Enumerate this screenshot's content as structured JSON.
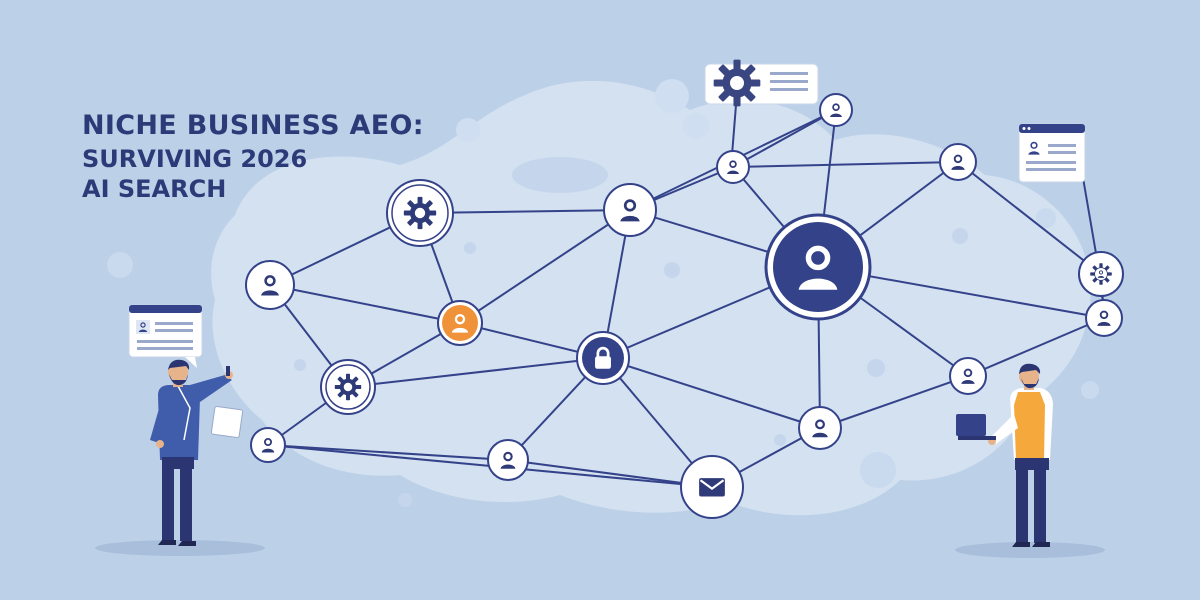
{
  "title": {
    "line1": "NICHE BUSINESS AEO:",
    "line2": "SURVIVING 2026",
    "line3": "AI SEARCH"
  },
  "colors": {
    "background": "#bcd0e8",
    "blob": "#d6e4f3",
    "network_line": "#34428a",
    "node_fill": "#ffffff",
    "icon_navy": "#2f3b78",
    "accent_orange": "#f0923a",
    "figure_shirt_blue": "#3f5dab",
    "figure_vest_orange": "#f5a83c",
    "figure_pants": "#2a3572"
  },
  "nodes": [
    {
      "id": "n1",
      "icon": "user-icon"
    },
    {
      "id": "n2",
      "icon": "gear-icon"
    },
    {
      "id": "n3",
      "icon": "user-icon"
    },
    {
      "id": "n4",
      "icon": "user-icon"
    },
    {
      "id": "n5",
      "icon": "user-icon"
    },
    {
      "id": "n6",
      "icon": "user-icon"
    },
    {
      "id": "n7",
      "icon": "user-icon",
      "highlight": "orange"
    },
    {
      "id": "n8",
      "icon": "user-icon",
      "size": "large"
    },
    {
      "id": "n9",
      "icon": "gear-icon"
    },
    {
      "id": "n10",
      "icon": "lock-icon"
    },
    {
      "id": "n11",
      "icon": "user-icon"
    },
    {
      "id": "n12",
      "icon": "user-icon"
    },
    {
      "id": "n13",
      "icon": "user-icon"
    },
    {
      "id": "n14",
      "icon": "user-icon"
    },
    {
      "id": "n15",
      "icon": "envelope-icon"
    },
    {
      "id": "n16",
      "icon": "gear-user-icon"
    },
    {
      "id": "n17",
      "icon": "user-icon"
    }
  ],
  "edges": [
    [
      "n1",
      "n2"
    ],
    [
      "n2",
      "n3"
    ],
    [
      "n3",
      "n4"
    ],
    [
      "n3",
      "n5"
    ],
    [
      "n4",
      "n5"
    ],
    [
      "n4",
      "n6"
    ],
    [
      "n4",
      "n8"
    ],
    [
      "n3",
      "n8"
    ],
    [
      "n5",
      "n8"
    ],
    [
      "n6",
      "n16"
    ],
    [
      "n8",
      "n17"
    ],
    [
      "n16",
      "n17"
    ],
    [
      "n6",
      "n8"
    ],
    [
      "n1",
      "n7"
    ],
    [
      "n2",
      "n7"
    ],
    [
      "n1",
      "n9"
    ],
    [
      "n7",
      "n3"
    ],
    [
      "n7",
      "n9"
    ],
    [
      "n7",
      "n10"
    ],
    [
      "n3",
      "n10"
    ],
    [
      "n9",
      "n10"
    ],
    [
      "n8",
      "n10"
    ],
    [
      "n8",
      "n12"
    ],
    [
      "n8",
      "n13"
    ],
    [
      "n9",
      "n11"
    ],
    [
      "n10",
      "n14"
    ],
    [
      "n10",
      "n13"
    ],
    [
      "n10",
      "n15"
    ],
    [
      "n11",
      "n14"
    ],
    [
      "n11",
      "n15"
    ],
    [
      "n14",
      "n15"
    ],
    [
      "n15",
      "n13"
    ],
    [
      "n13",
      "n12"
    ],
    [
      "n12",
      "n17"
    ]
  ],
  "decorations": {
    "cards": [
      {
        "id": "card-top",
        "kind": "settings-card"
      },
      {
        "id": "card-right",
        "kind": "profile-card"
      },
      {
        "id": "card-left",
        "kind": "speech-card"
      }
    ],
    "figures": [
      {
        "id": "man-left",
        "holding": "paper"
      },
      {
        "id": "man-right",
        "holding": "laptop"
      }
    ]
  }
}
